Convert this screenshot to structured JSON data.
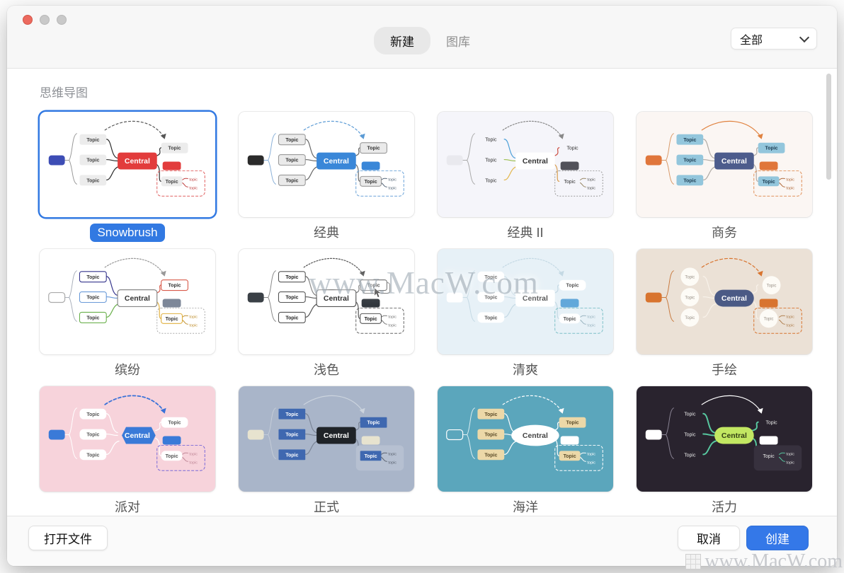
{
  "window": {
    "traffic_lights": [
      "close",
      "minimize",
      "zoom"
    ],
    "accent_color": "#3279e2",
    "header": {
      "tabs": [
        {
          "label": "新建",
          "active": true
        },
        {
          "label": "图库",
          "active": false
        }
      ],
      "filter": {
        "value": "全部"
      }
    },
    "content": {
      "section_title": "思维导图"
    },
    "footer": {
      "open_file": "打开文件",
      "cancel": "取消",
      "create": "创建"
    }
  },
  "watermark": {
    "center": "www.MacW.com",
    "bottom": "www.MacW.com"
  },
  "mindmap_labels": {
    "central": "Central",
    "topic": "Topic",
    "subtopic": "topic"
  },
  "templates": [
    {
      "label": "Snowbrush",
      "selected": true,
      "style": {
        "bg": "#ffffff",
        "line": "#2a2a2a",
        "bracket": "#999999",
        "arrow": "#555555",
        "arrowDash": "3,3",
        "centralBg": "#e23c3c",
        "centralColor": "#ffffff",
        "topicBg": "#ececec",
        "topicColor": "#444444",
        "smallRect": "#e23c3c",
        "boundaryStroke": "#e06060",
        "sub": "#c04040",
        "accentBg": "#3d4db5"
      }
    },
    {
      "label": "经典",
      "selected": false,
      "style": {
        "bg": "#ffffff",
        "line": "#666666",
        "bracket": "#8ab0d8",
        "arrow": "#5b9bd5",
        "arrowDash": "3,3",
        "centralBg": "#3a87d8",
        "centralColor": "#ffffff",
        "topicBg": "#eaeaea",
        "topicBorder": "#9a9a9a",
        "topicColor": "#333333",
        "smallRect": "#3a87d8",
        "boundaryStroke": "#6aa2d8",
        "sub": "#556677",
        "accentBg": "#2b2b2b"
      }
    },
    {
      "label": "经典 II",
      "selected": false,
      "style": {
        "bg": "#f5f5fa",
        "line": "#999999",
        "lineColors": [
          "#4a9fd8",
          "#9cbf4e",
          "#e3b74e",
          "#cc4b3e",
          "#d89b4a"
        ],
        "bracket": "#aaaaaa",
        "arrow": "#888888",
        "arrowDash": "2,2",
        "centralBg": "#ffffff",
        "centralColor": "#333333",
        "topicShape": "text",
        "topicColor": "#333333",
        "smallRect": "#52525a",
        "boundaryStroke": "#999999",
        "boundaryDash": "2,2",
        "sub": "#998866",
        "subText": "#555555",
        "accentBg": "#e9e9ee"
      }
    },
    {
      "label": "商务",
      "selected": false,
      "style": {
        "bg": "#fbf6f3",
        "line": "#b0aaa4",
        "bracket": "#d89a6a",
        "arrow": "#e0823f",
        "arrowDash": "",
        "centralBg": "#4d5c8c",
        "centralColor": "#ffffff",
        "topicBg": "#93c6dc",
        "topicColor": "#1d3d52",
        "smallRect": "#e0763b",
        "boundaryStroke": "#e0915a",
        "sub": "#b06a3a",
        "accentBg": "#e0763b"
      }
    },
    {
      "label": "缤纷",
      "selected": false,
      "style": {
        "bg": "#ffffff",
        "line": "#999999",
        "lineColors": [
          "#34348c",
          "#6a9ad8",
          "#6ab04c",
          "#d85a4a",
          "#e0b040"
        ],
        "bracket": "#aab0bb",
        "arrow": "#999999",
        "arrowDash": "2,2",
        "centralBg": "#ffffff",
        "centralBorder": "#888888",
        "centralColor": "#333333",
        "topicBg": "#ffffff",
        "topicBorders": [
          "#34348c",
          "#6a9ad8",
          "#6ab04c",
          "#d85a4a",
          "#e0b040"
        ],
        "topicColor": "#333333",
        "smallRect": "#7d8798",
        "boundaryStroke": "#aaaaaa",
        "boundaryDash": "2,2",
        "sub": "#c09030",
        "accentBg": "#ffffff",
        "accentBorder": "#aaaaaa"
      }
    },
    {
      "label": "浅色",
      "selected": false,
      "style": {
        "bg": "#ffffff",
        "line": "#555555",
        "bracket": "#888888",
        "arrow": "#555555",
        "arrowDash": "2,2",
        "centralBg": "#ffffff",
        "centralBorder": "#555555",
        "centralColor": "#222222",
        "topicBg": "#ffffff",
        "topicBorder": "#555555",
        "topicColor": "#222222",
        "smallRect": "#31373d",
        "boundaryStroke": "#666666",
        "sub": "#777777",
        "accentBg": "#3a4046",
        "cursor": true
      }
    },
    {
      "label": "清爽",
      "selected": false,
      "style": {
        "bg": "#e7f1f7",
        "line": "#c4d9e4",
        "bracket": "#c4d9e4",
        "arrow": "#c4d9e4",
        "arrowDash": "2,2",
        "centralBg": "#ffffff",
        "centralColor": "#555555",
        "topicBg": "#ffffff",
        "topicColor": "#555555",
        "topicRx": 6,
        "smallRect": "#62a8da",
        "boundaryStroke": "#7ec0c8",
        "sub": "#9ab4c0",
        "accentBg": "#ffffff"
      }
    },
    {
      "label": "手绘",
      "selected": false,
      "style": {
        "bg": "#ebe1d6",
        "line": "#f8f2ea",
        "bracket": "#c87a40",
        "arrow": "#d8742f",
        "arrowDash": "4,3",
        "centralBg": "#4b5a85",
        "centralColor": "#ffffff",
        "centralShape": "pill",
        "topicShape": "circle",
        "topicBg": "#fdfbf6",
        "topicColor": "#9a9288",
        "smallRect": "#d8742f",
        "boundaryStroke": "#d8742f",
        "sub": "#b08050",
        "accentBg": "#d8742f"
      }
    },
    {
      "label": "派对",
      "selected": false,
      "style": {
        "bg": "#f7d3db",
        "line": "#ffffff",
        "bracket": "#ffffff",
        "arrow": "#3a72d8",
        "arrowDash": "4,3",
        "arrowW": 1.8,
        "centralBg": "#3a7ad8",
        "centralColor": "#ffffff",
        "centralShape": "hex",
        "topicBg": "#ffffff",
        "topicColor": "#555555",
        "topicRx": 6,
        "smallRect": "#3a7ad8",
        "boundaryStroke": "#7a6ad8",
        "sub": "#c08898",
        "accentBg": "#3a7ad8"
      }
    },
    {
      "label": "正式",
      "selected": false,
      "style": {
        "bg": "#a9b5c9",
        "line": "#7a8496",
        "bracket": "#c4ccd8",
        "arrow": "#ccd4de",
        "arrowDash": "",
        "centralBg": "#1f2328",
        "centralColor": "#ffffff",
        "topicBg": "#3f68b0",
        "topicColor": "#ffffff",
        "topicRx": 1,
        "smallRect": "#e7e3cf",
        "boundaryBg": "#b6c0d1",
        "sub": "#5a6270",
        "accentBg": "#e7e3cf"
      }
    },
    {
      "label": "海洋",
      "selected": false,
      "style": {
        "bg": "#5ba6bc",
        "line": "#ffffff",
        "bracket": "#dceef2",
        "arrow": "#ffffff",
        "arrowDash": "3,3",
        "centralBg": "#ffffff",
        "centralColor": "#444444",
        "centralShape": "ellipse",
        "topicBg": "#ecd8a8",
        "topicColor": "#5a4a28",
        "smallRect": "#ffffff",
        "boundaryStroke": "#ffffff",
        "sub": "#ffffff",
        "accentBg": "none",
        "accentBorder": "#ffffff"
      }
    },
    {
      "label": "活力",
      "selected": false,
      "style": {
        "bg": "#29232e",
        "line": "#57c8a0",
        "lineW": 2,
        "bracket": "#8a8494",
        "arrow": "#ffffff",
        "arrowDash": "",
        "centralBg": "#c2e762",
        "centralColor": "#333f14",
        "centralShape": "pill",
        "topicShape": "text",
        "topicColor": "#e8e8e8",
        "smallRect": "#ffffff",
        "boundaryBg": "#37313e",
        "sub": "#57c8a0",
        "subText": "#dddddd",
        "accentBg": "#ffffff"
      }
    }
  ]
}
